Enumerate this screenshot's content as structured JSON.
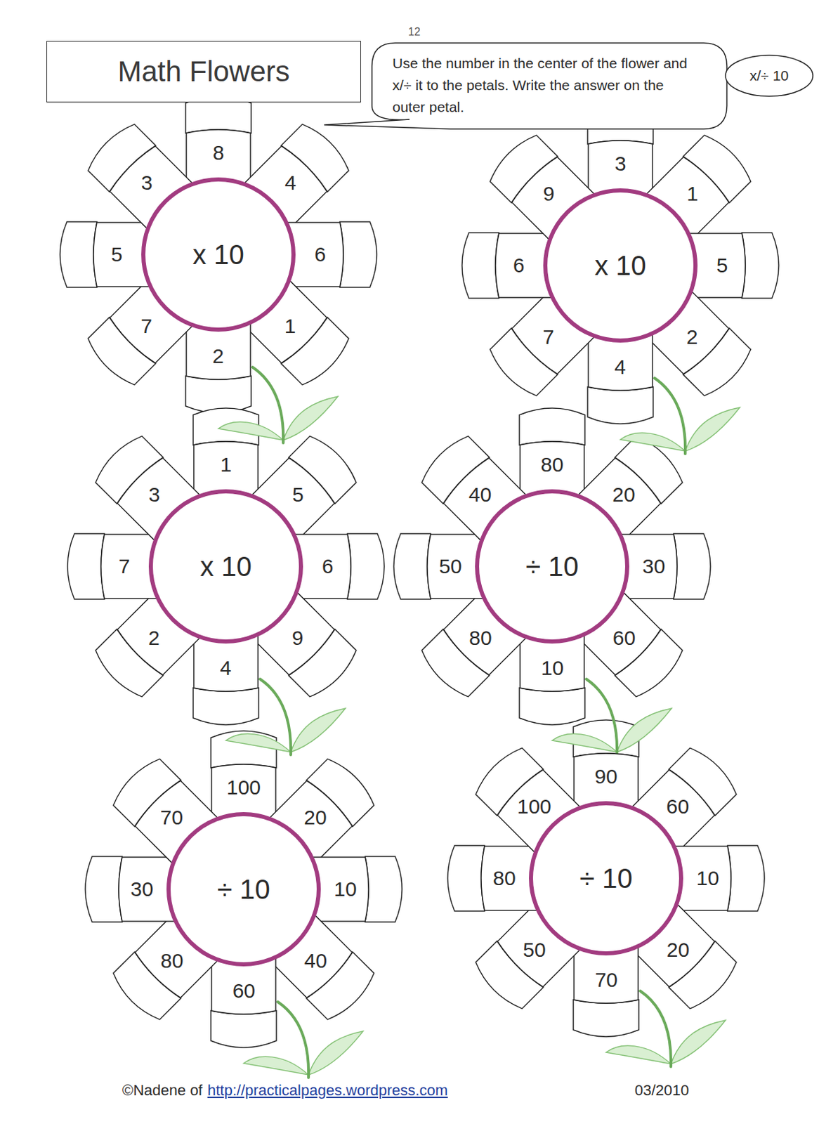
{
  "diagram": {
    "title": "Math Flowers",
    "nodes": [
      {
        "text": [
          "Use the number in the center of the flower and x/÷ it to the petals. Write the answer on the outer petal."
        ]
      },
      {
        "text": [
          "x/÷ 10"
        ]
      },
      {
        "text": [
          "x 10"
        ]
      },
      {
        "text": [
          "8"
        ]
      },
      {
        "text": [
          "4"
        ]
      },
      {
        "text": [
          "6"
        ]
      },
      {
        "text": [
          "1"
        ]
      },
      {
        "text": [
          "2"
        ]
      },
      {
        "text": [
          "7"
        ]
      },
      {
        "text": [
          "5"
        ]
      },
      {
        "text": [
          "3"
        ]
      },
      {
        "text": [
          "x 10"
        ]
      },
      {
        "text": [
          "3"
        ]
      },
      {
        "text": [
          "1"
        ]
      },
      {
        "text": [
          "5"
        ]
      },
      {
        "text": [
          "2"
        ]
      },
      {
        "text": [
          "4"
        ]
      },
      {
        "text": [
          "7"
        ]
      },
      {
        "text": [
          "6"
        ]
      },
      {
        "text": [
          "9"
        ]
      },
      {
        "text": [
          "x 10"
        ]
      },
      {
        "text": [
          "1"
        ]
      },
      {
        "text": [
          "5"
        ]
      },
      {
        "text": [
          "6"
        ]
      },
      {
        "text": [
          "9"
        ]
      },
      {
        "text": [
          "4"
        ]
      },
      {
        "text": [
          "2"
        ]
      },
      {
        "text": [
          "7"
        ]
      },
      {
        "text": [
          "3"
        ]
      },
      {
        "text": [
          "÷ 10"
        ]
      },
      {
        "text": [
          "80"
        ]
      },
      {
        "text": [
          "20"
        ]
      },
      {
        "text": [
          "30"
        ]
      },
      {
        "text": [
          "60"
        ]
      },
      {
        "text": [
          "10"
        ]
      },
      {
        "text": [
          "80"
        ]
      },
      {
        "text": [
          "50"
        ]
      },
      {
        "text": [
          "40"
        ]
      },
      {
        "text": [
          "÷ 10"
        ]
      },
      {
        "text": [
          "100"
        ]
      },
      {
        "text": [
          "20"
        ]
      },
      {
        "text": [
          "10"
        ]
      },
      {
        "text": [
          "40"
        ]
      },
      {
        "text": [
          "60"
        ]
      },
      {
        "text": [
          "80"
        ]
      },
      {
        "text": [
          "30"
        ]
      },
      {
        "text": [
          "70"
        ]
      },
      {
        "text": [
          "÷ 10"
        ]
      },
      {
        "text": [
          "90"
        ]
      },
      {
        "text": [
          "60"
        ]
      },
      {
        "text": [
          "10"
        ]
      },
      {
        "text": [
          "20"
        ]
      },
      {
        "text": [
          "70"
        ]
      },
      {
        "text": [
          "50"
        ]
      },
      {
        "text": [
          "80"
        ]
      },
      {
        "text": [
          "100"
        ]
      }
    ],
    "labels": [
      "12",
      "©Nadene of",
      "http://practicalpages.wordpress.com",
      "03/2010"
    ]
  }
}
